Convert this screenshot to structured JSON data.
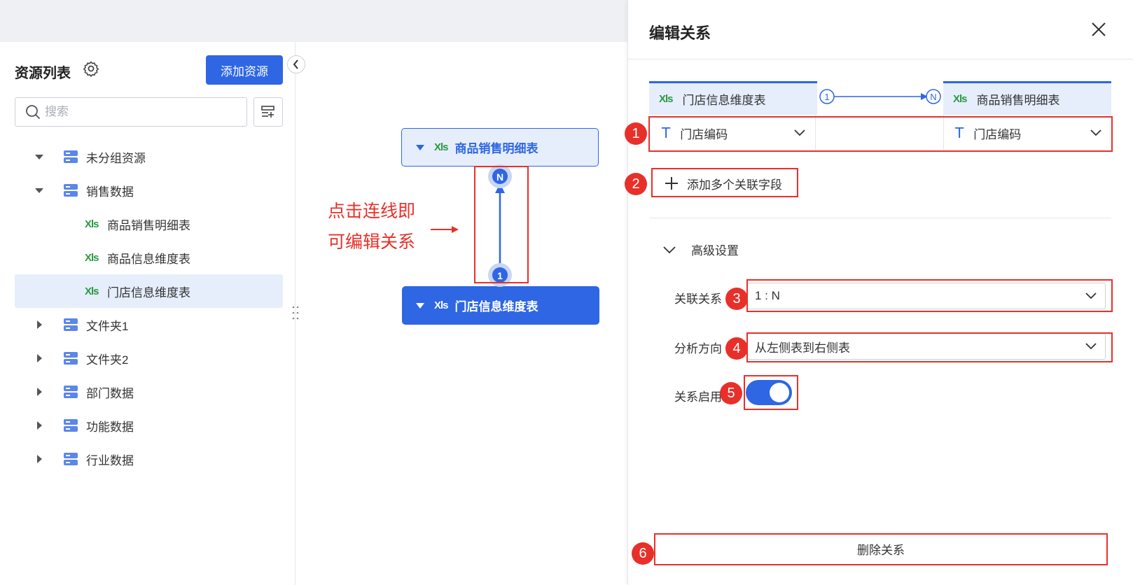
{
  "sidebar": {
    "title": "资源列表",
    "add_button": "添加资源",
    "search_placeholder": "搜索",
    "items": [
      {
        "label": "未分组资源",
        "kind": "folder",
        "expanded": true
      },
      {
        "label": "销售数据",
        "kind": "folder",
        "expanded": true
      },
      {
        "label": "商品销售明细表",
        "kind": "xls"
      },
      {
        "label": "商品信息维度表",
        "kind": "xls"
      },
      {
        "label": "门店信息维度表",
        "kind": "xls",
        "selected": true
      },
      {
        "label": "文件夹1",
        "kind": "folder",
        "expanded": false
      },
      {
        "label": "文件夹2",
        "kind": "folder",
        "expanded": false
      },
      {
        "label": "部门数据",
        "kind": "folder",
        "expanded": false
      },
      {
        "label": "功能数据",
        "kind": "folder",
        "expanded": false
      },
      {
        "label": "行业数据",
        "kind": "folder",
        "expanded": false
      }
    ],
    "xls_glyph": "Xls"
  },
  "canvas": {
    "node_top": {
      "xls": "Xls",
      "label": "商品销售明细表"
    },
    "node_bottom": {
      "xls": "Xls",
      "label": "门店信息维度表"
    },
    "end_top": "N",
    "end_bottom": "1",
    "annotation_line1": "点击连线即",
    "annotation_line2": "可编辑关系"
  },
  "panel": {
    "title": "编辑关系",
    "left_table": {
      "xls": "Xls",
      "label": "门店信息维度表"
    },
    "right_table": {
      "xls": "Xls",
      "label": "商品销售明细表"
    },
    "card_left": "1",
    "card_right": "N",
    "left_field": "门店编码",
    "right_field": "门店编码",
    "field_type_glyph": "T",
    "add_field": "添加多个关联字段",
    "advanced": "高级设置",
    "relation_label": "关联关系",
    "relation_value": "1 : N",
    "direction_label": "分析方向",
    "direction_value": "从左侧表到右侧表",
    "enable_label": "关系启用",
    "enabled": true,
    "delete_button": "删除关系"
  },
  "badges": [
    "1",
    "2",
    "3",
    "4",
    "5",
    "6"
  ],
  "colors": {
    "accent": "#2e66e4",
    "annotation": "#e8302a",
    "xls_green": "#2a9940"
  }
}
